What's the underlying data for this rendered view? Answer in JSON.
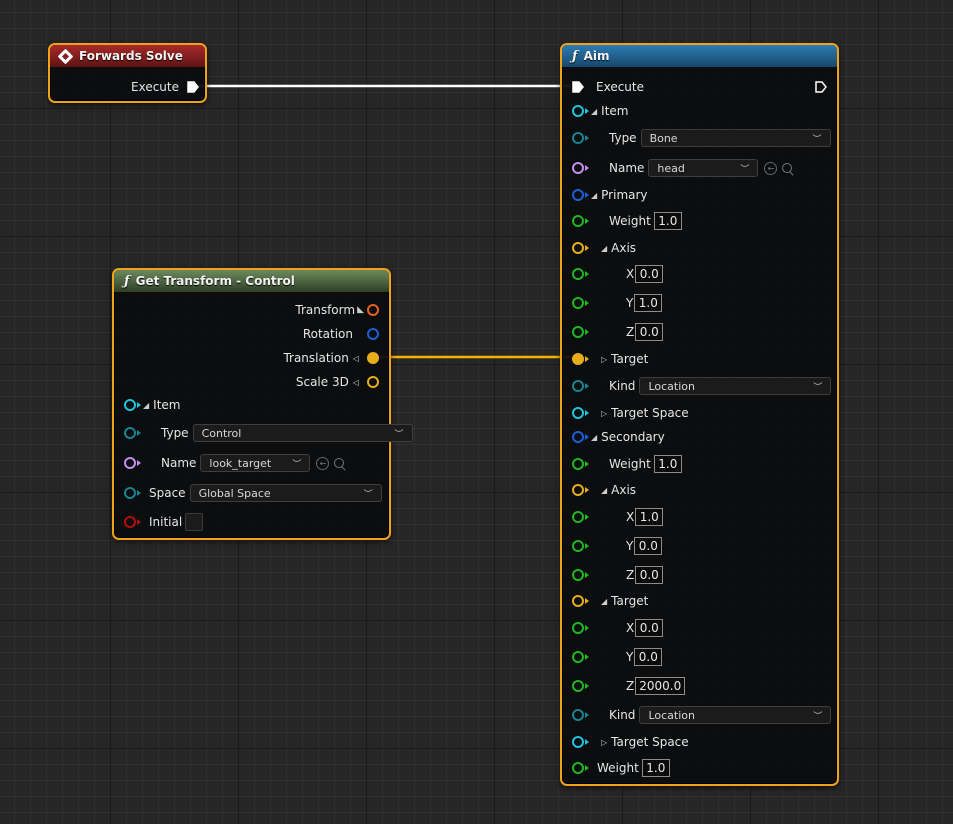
{
  "colors": {
    "node_border": "#f0a21a",
    "exec_wire": "#ffffff",
    "vector_wire": "#f5b300",
    "pin_cyan": "#1fc4dc",
    "pin_teal": "#17858f",
    "pin_purple": "#c48ef0",
    "pin_blue": "#1b5ed4",
    "pin_green": "#1fb71f",
    "pin_gold": "#e8ad1c",
    "pin_orange": "#e8621d",
    "pin_red": "#b01010"
  },
  "forwards_solve": {
    "title": "Forwards Solve",
    "execute_label": "Execute"
  },
  "get_transform": {
    "title": "Get Transform - Control",
    "outputs": {
      "transform": "Transform",
      "rotation": "Rotation",
      "translation": "Translation",
      "scale": "Scale 3D"
    },
    "item_label": "Item",
    "type_label": "Type",
    "type_value": "Control",
    "name_label": "Name",
    "name_value": "look_target",
    "space_label": "Space",
    "space_value": "Global Space",
    "initial_label": "Initial"
  },
  "aim": {
    "title": "Aim",
    "execute_label": "Execute",
    "item": {
      "label": "Item",
      "type_label": "Type",
      "type_value": "Bone",
      "name_label": "Name",
      "name_value": "head"
    },
    "primary": {
      "label": "Primary",
      "weight_label": "Weight",
      "weight_value": "1.0",
      "axis_label": "Axis",
      "axis": {
        "x": "0.0",
        "y": "1.0",
        "z": "0.0"
      },
      "target_label": "Target",
      "kind_label": "Kind",
      "kind_value": "Location",
      "target_space_label": "Target Space"
    },
    "secondary": {
      "label": "Secondary",
      "weight_label": "Weight",
      "weight_value": "1.0",
      "axis_label": "Axis",
      "axis": {
        "x": "1.0",
        "y": "0.0",
        "z": "0.0"
      },
      "target_label": "Target",
      "target": {
        "x": "0.0",
        "y": "0.0",
        "z": "2000.0"
      },
      "kind_label": "Kind",
      "kind_value": "Location",
      "target_space_label": "Target Space"
    },
    "weight_label": "Weight",
    "weight_value": "1.0",
    "axis_letters": {
      "x": "X",
      "y": "Y",
      "z": "Z"
    }
  }
}
